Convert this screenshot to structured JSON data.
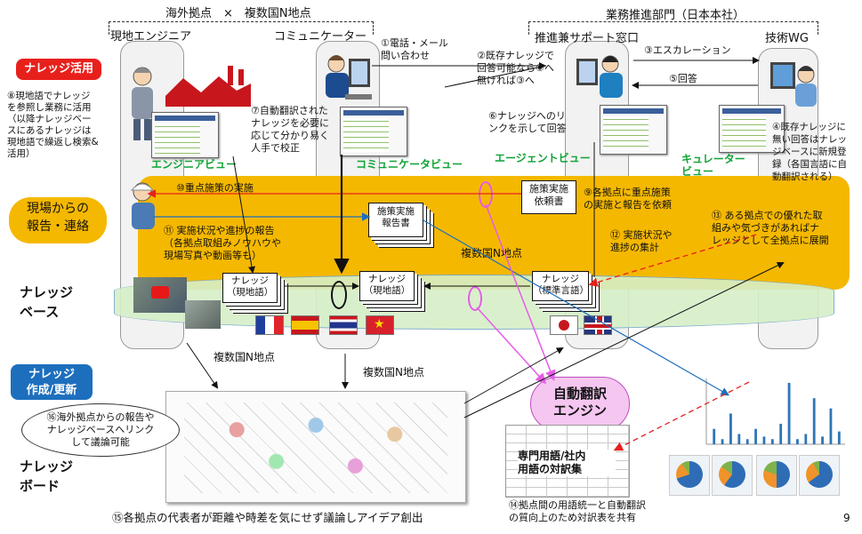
{
  "headers": {
    "overseas": "海外拠点　×　複数国N地点",
    "hq": "業務推進部門（日本本社）"
  },
  "columns": {
    "local_engineer": "現地エンジニア",
    "communicator": "コミュニケーター",
    "promotion_support": "推進兼サポート窓口",
    "tech_wg": "技術WG"
  },
  "left_labels": {
    "knowledge_use": "ナレッジ活用",
    "field_report": "現場からの\n報告・連絡",
    "knowledge_base": "ナレッジ\nベース",
    "knowledge_create": "ナレッジ\n作成/更新",
    "knowledge_board": "ナレッジ\nボード"
  },
  "views": {
    "engineer": "エンジニアビュー",
    "communicator": "コミュニケータビュー",
    "agent": "エージェントビュー",
    "curator": "キュレーター\nビュー"
  },
  "steps": {
    "s1": "①電話・メール\n問い合わせ",
    "s2": "②既存ナレッジで\n回答可能なら⑥へ\n無ければ③へ",
    "s3": "③エスカレーション",
    "s4": "④既存ナレッジに\n無い回答はナレッ\nジベースに新規登\n録（各国言語に自\n動翻訳される）",
    "s5": "⑤回答",
    "s6": "⑥ナレッジへのリ\nンクを示して回答",
    "s7": "⑦自動翻訳された\nナレッジを必要に\n応じて分かり易く\n人手で校正",
    "s8": "⑧現地語でナレッジ\nを参照し業務に活用\n（以降ナレッジベー\nスにあるナレッジは\n現地語で繰返し検索&\n活用）",
    "s9": "⑨各拠点に重点施策\nの実施と報告を依頼",
    "s10": "⑩重点施策の実施",
    "s11": "⑪ 実施状況や進捗の報告\n（各拠点取組みノウハウや\n現場写真や動画等も）",
    "s12": "⑫ 実施状況や\n進捗の集計",
    "s13": "⑬ ある拠点での優れた取\n組みや気づきがあればナ\nレッジとして全拠点に展開",
    "s14": "⑭拠点間の用語統一と自動翻訳\nの質向上のため対訳表を共有",
    "s15": "⑮各拠点の代表者が距離や時差を気にせず議論しアイデア創出",
    "s16": "⑯海外拠点からの報告や\nナレッジベースへリンク\nして議論可能"
  },
  "cards": {
    "policy_request": "施策実施\n依頼書",
    "policy_report": "施策実施\n報告書",
    "multi_sites": "複数国N地点",
    "knowledge_local_1": "ナレッジ\n（現地語）",
    "knowledge_local_2": "ナレッジ\n（現地語）",
    "knowledge_standard": "ナレッジ\n（標準言語）",
    "glossary": "専門用語/社内\n用語の対訳集"
  },
  "board_links": {
    "left": "複数国N地点",
    "right": "複数国N地点"
  },
  "engine": "自動翻訳\nエンジン",
  "page_number": "9",
  "chart_data": {
    "type": "bar",
    "categories": [],
    "values": [
      6,
      2,
      12,
      4,
      2,
      6,
      3,
      2,
      8,
      24,
      2,
      4,
      18,
      3,
      14,
      5
    ],
    "ylim": [
      0,
      25
    ]
  },
  "colors": {
    "knowledge_use": "#e8201c",
    "knowledge_create": "#1d6fbd",
    "band": "#f5b800",
    "view_label": "#11a336",
    "engine_fill": "#f5c6f0"
  }
}
